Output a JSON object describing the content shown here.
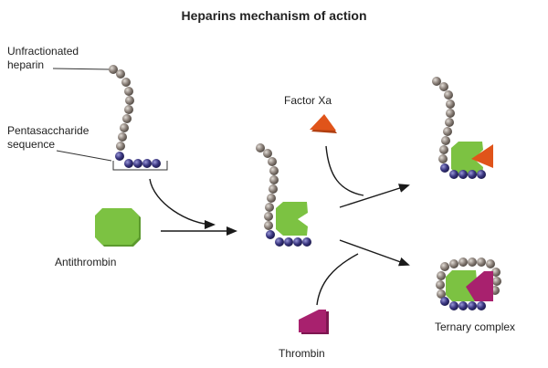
{
  "title": "Heparins mechanism of action",
  "labels": {
    "unfractionated_line1": "Unfractionated",
    "unfractionated_line2": "heparin",
    "pentasaccharide_line1": "Pentasaccharide",
    "pentasaccharide_line2": "sequence",
    "factor_xa": "Factor Xa",
    "antithrombin": "Antithrombin",
    "thrombin": "Thrombin",
    "ternary_complex": "Ternary complex"
  },
  "colors": {
    "heparin_bead": "#8a8079",
    "pentasaccharide_bead": "#3a3680",
    "antithrombin": "#7cc242",
    "factor_xa": "#e0541a",
    "thrombin": "#a8216e",
    "arrow": "#1a1a1a"
  }
}
